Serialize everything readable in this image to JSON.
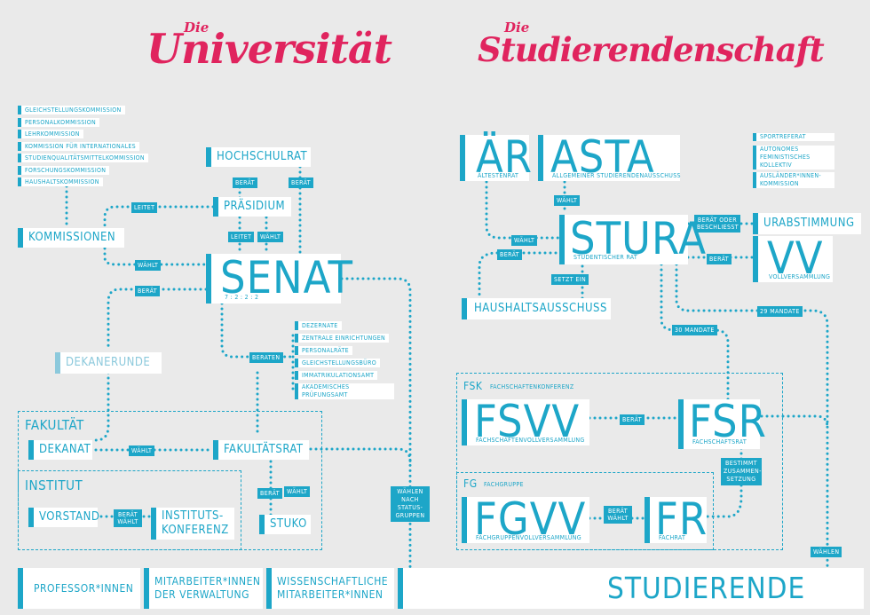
{
  "titles": {
    "left_pre": "Die",
    "left": "Universität",
    "right_pre": "Die",
    "right": "Studierendenschaft"
  },
  "commissions": [
    "GLEICHSTELLUNGSKOMMISSION",
    "PERSONALKOMMISSION",
    "LEHRKOMMISSION",
    "KOMMISSION FÜR INTERNATIONALES",
    "STUDIENQUALITÄTSMITTELKOMMISSION",
    "FORSCHUNGSKOMMISSION",
    "HAUSHALTSKOMMISSION"
  ],
  "admin_units": [
    "DEZERNATE",
    "ZENTRALE EINRICHTUNGEN",
    "PERSONALRÄTE",
    "GLEICHSTELLUNGSBÜRO",
    "IMMATRIKULATIONSAMT",
    "AKADEMISCHES PRÜFUNGSAMT"
  ],
  "university": {
    "hochschulrat": "HOCHSCHULRAT",
    "praesidium": "PRÄSIDIUM",
    "kommissionen": "KOMMISSIONEN",
    "senat": "SENAT",
    "senat_ratio": "7 : 2 : 2 : 2",
    "dekanerunde": "DEKANERUNDE",
    "fakultaet": "FAKULTÄT",
    "dekanat": "DEKANAT",
    "fakultaetsrat": "FAKULTÄTSRAT",
    "institut": "INSTITUT",
    "vorstand": "VORSTAND",
    "institutskonferenz": "INSTITUTS-\nKONFERENZ",
    "stuko": "STUKO"
  },
  "students": {
    "aer": "ÄR",
    "aer_sub": "ÄLTESTENRAT",
    "asta": "ASTA",
    "asta_sub": "ALLGEMEINER STUDIERENDENAUSSCHUSS",
    "stura": "STURA",
    "stura_sub": "STUDENTISCHER RAT",
    "urabstimmung": "URABSTIMMUNG",
    "vv": "VV",
    "vv_sub": "VOLLVERSAMMLUNG",
    "haushalt": "HAUSHALTSAUSSCHUSS",
    "side_units": [
      "SPORTREFERAT",
      "AUTONOMES FEMINISTISCHES KOLLEKTIV",
      "AUSLÄNDER*INNEN-KOMMISSION"
    ],
    "fsk": "FSK",
    "fsk_sub": "FACHSCHAFTENKONFERENZ",
    "fsvv": "FSVV",
    "fsvv_sub": "FACHSCHAFTENVOLLVERSAMMLUNG",
    "fsr": "FSR",
    "fsr_sub": "FACHSCHAFTSRAT",
    "fg": "FG",
    "fg_sub": "FACHGRUPPE",
    "fgvv": "FGVV",
    "fgvv_sub": "FACHGRUPPENVOLLVERSAMMLUNG",
    "fr": "FR",
    "fr_sub": "FACHRAT"
  },
  "groups": {
    "professoren": "PROFESSOR*INNEN",
    "mitarbeiter_verw": "MITARBEITER*INNEN\nDER VERWALTUNG",
    "wiss": "WISSENSCHAFTLICHE\nMITARBEITER*INNEN",
    "studierende": "STUDIERENDE"
  },
  "edges": {
    "berat": "BERÄT",
    "leitet": "LEITET",
    "waehlt": "WÄHLT",
    "beraten": "BERATEN",
    "waehlen": "WÄHLEN",
    "waehlen_nach": "WÄHLEN NACH STATUS-GRUPPEN",
    "berat_waehlt": "BERÄT WÄHLT",
    "berat_oder": "BERÄT ODER BESCHLIESST",
    "setzt_ein": "SETZT EIN",
    "mandate_30": "30 MANDATE",
    "mandate_29": "29 MANDATE",
    "bestimmt": "BESTIMMT ZUSAMMEN-SETZUNG"
  },
  "colors": {
    "accent": "#1da6c8",
    "title": "#e0245e",
    "background": "#eaeaea",
    "dekanerunde": "#8cc9dc"
  }
}
